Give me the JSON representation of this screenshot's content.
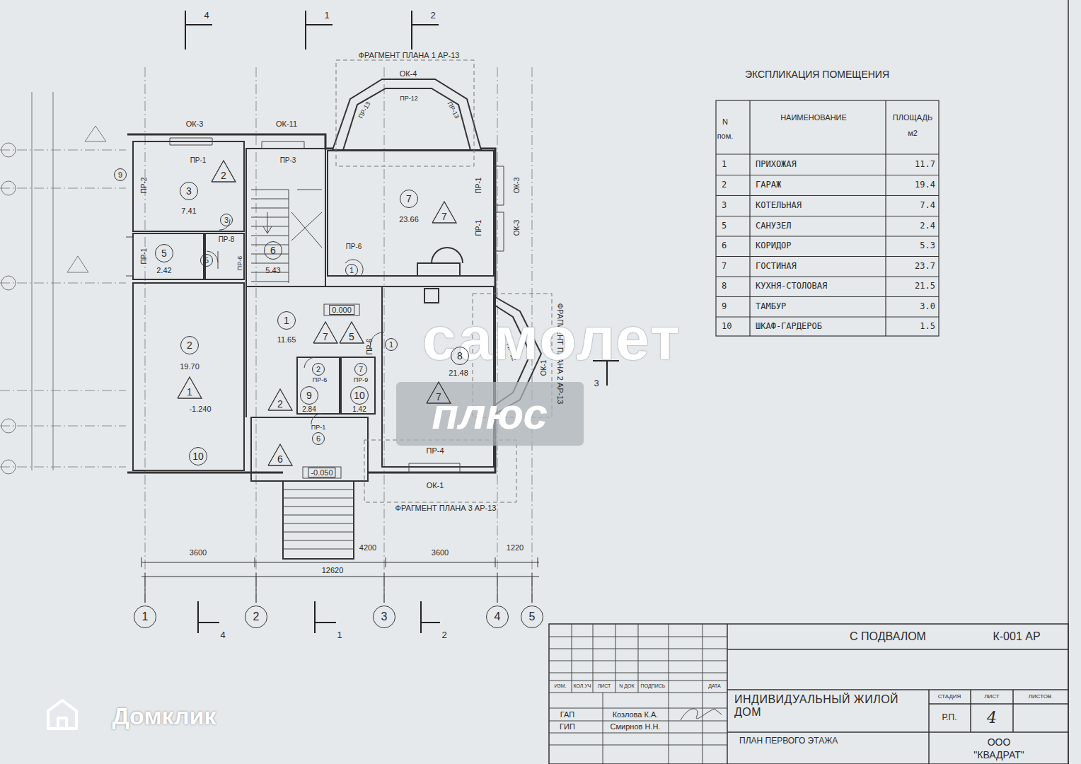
{
  "diagram": {
    "nodes": [
      {
        "text": [
          "3"
        ]
      },
      {
        "text": [
          "2"
        ]
      },
      {
        "text": [
          "9"
        ]
      },
      {
        "text": [
          "3"
        ]
      },
      {
        "text": [
          "5"
        ]
      },
      {
        "text": [
          "5"
        ]
      },
      {
        "text": [
          "6"
        ]
      },
      {
        "text": [
          "7"
        ]
      },
      {
        "text": [
          "7"
        ]
      },
      {
        "text": [
          "1"
        ]
      },
      {
        "text": [
          "1"
        ]
      },
      {
        "text": [
          "7"
        ]
      },
      {
        "text": [
          "5"
        ]
      },
      {
        "text": [
          "2"
        ]
      },
      {
        "text": [
          "1"
        ]
      },
      {
        "text": [
          "8"
        ]
      },
      {
        "text": [
          "1"
        ]
      },
      {
        "text": [
          "2"
        ]
      },
      {
        "text": [
          "7"
        ]
      },
      {
        "text": [
          "9"
        ]
      },
      {
        "text": [
          "10"
        ]
      },
      {
        "text": [
          "2"
        ]
      },
      {
        "text": [
          "7"
        ]
      },
      {
        "text": [
          "6"
        ]
      },
      {
        "text": [
          "6"
        ]
      },
      {
        "text": [
          "10"
        ]
      },
      {
        "text": [
          "1"
        ]
      },
      {
        "text": [
          "2"
        ]
      },
      {
        "text": [
          "3"
        ]
      },
      {
        "text": [
          "4"
        ]
      },
      {
        "text": [
          "5"
        ]
      }
    ],
    "labels": [
      "4",
      "1",
      "2",
      "ФРАГМЕНТ ПЛАНА 1 АР-13",
      "ОК-4",
      "ОК-3",
      "ОК-11",
      "ПР-12",
      "ПР-13",
      "ПР-13",
      "ПР-1",
      "ПР-2",
      "7.41",
      "ПР-3",
      "ПР-8",
      "ПР-1",
      "2.42",
      "ПР-6",
      "5.43",
      "23.66",
      "ПР-6",
      "ПР-1",
      "ПР-1",
      "ОК-3",
      "ОК-3",
      "0.000",
      "11.65",
      "19.70",
      "-1.240",
      "ПР-6",
      "21.48",
      "ПР-6",
      "ПР-9",
      "2.84",
      "1.42",
      "ПР-1",
      "-0.050",
      "ПР-4",
      "ОК-1",
      "ФРАГМЕНТ ПЛАНА 3 АР-13",
      "ФРАГМЕНТ ПЛАНА 2 АР-13",
      "ОК-1",
      "ПР-12",
      "3",
      "3600",
      "4200",
      "3600",
      "1220",
      "12620",
      "4",
      "1",
      "2",
      "ЭКСПЛИКАЦИЯ ПОМЕЩЕНИЯ",
      "N",
      "пом.",
      "НАИМЕНОВАНИЕ",
      "ПЛОЩАДЬ",
      "м2",
      "1",
      "ПРИХОЖАЯ",
      "11.7",
      "2",
      "ГАРАЖ",
      "19.4",
      "3",
      "КОТЕЛЬНАЯ",
      "7.4",
      "5",
      "САНУЗЕЛ",
      "2.4",
      "6",
      "КОРИДОР",
      "5.3",
      "7",
      "ГОСТИНАЯ",
      "23.7",
      "8",
      "КУХНЯ-СТОЛОВАЯ",
      "21.5",
      "9",
      "ТАМБУР",
      "3.0",
      "10",
      "ШКАФ-ГАРДЕРОБ",
      "1.5",
      "С ПОДВАЛОМ",
      "К-001 АР",
      "ИЗМ.",
      "КОЛ.УЧ",
      "ЛИСТ",
      "N ДОК",
      "ПОДПИСЬ",
      "ДАТА",
      "ГАП",
      "Козлова К.А.",
      "ГИП",
      "Смирнов Н.Н.",
      "ИНДИВИДУАЛЬНЫЙ ЖИЛОЙ ДОМ",
      "ПЛАН ПЕРВОГО ЭТАЖА",
      "СТАДИЯ",
      "ЛИСТ",
      "ЛИСТОВ",
      "Р.П.",
      "4",
      "ООО",
      "\"КВАДРАТ\"",
      "самолет",
      "плюс",
      "Домклик"
    ]
  }
}
